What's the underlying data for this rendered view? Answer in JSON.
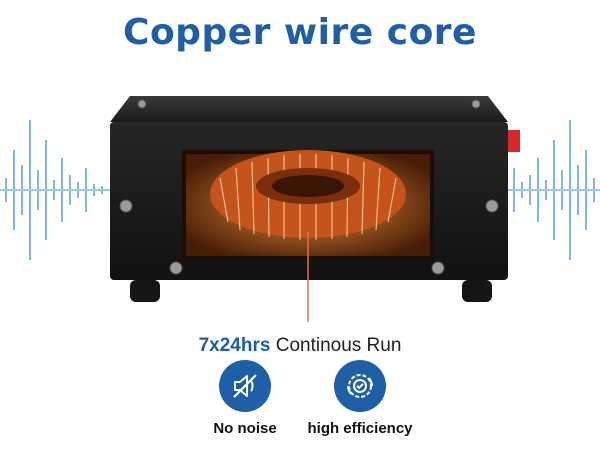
{
  "headline": "Copper wire core",
  "caption": {
    "emphasis": "7x24hrs",
    "rest": " Continous Run"
  },
  "features": [
    {
      "label": "No noise",
      "icon": "mute-speaker-icon"
    },
    {
      "label": "high efficiency",
      "icon": "efficiency-gear-icon"
    }
  ],
  "colors": {
    "brand_blue": "#1f5fa8",
    "copper": "#e07a2e",
    "case_black": "#1c1c1c"
  }
}
